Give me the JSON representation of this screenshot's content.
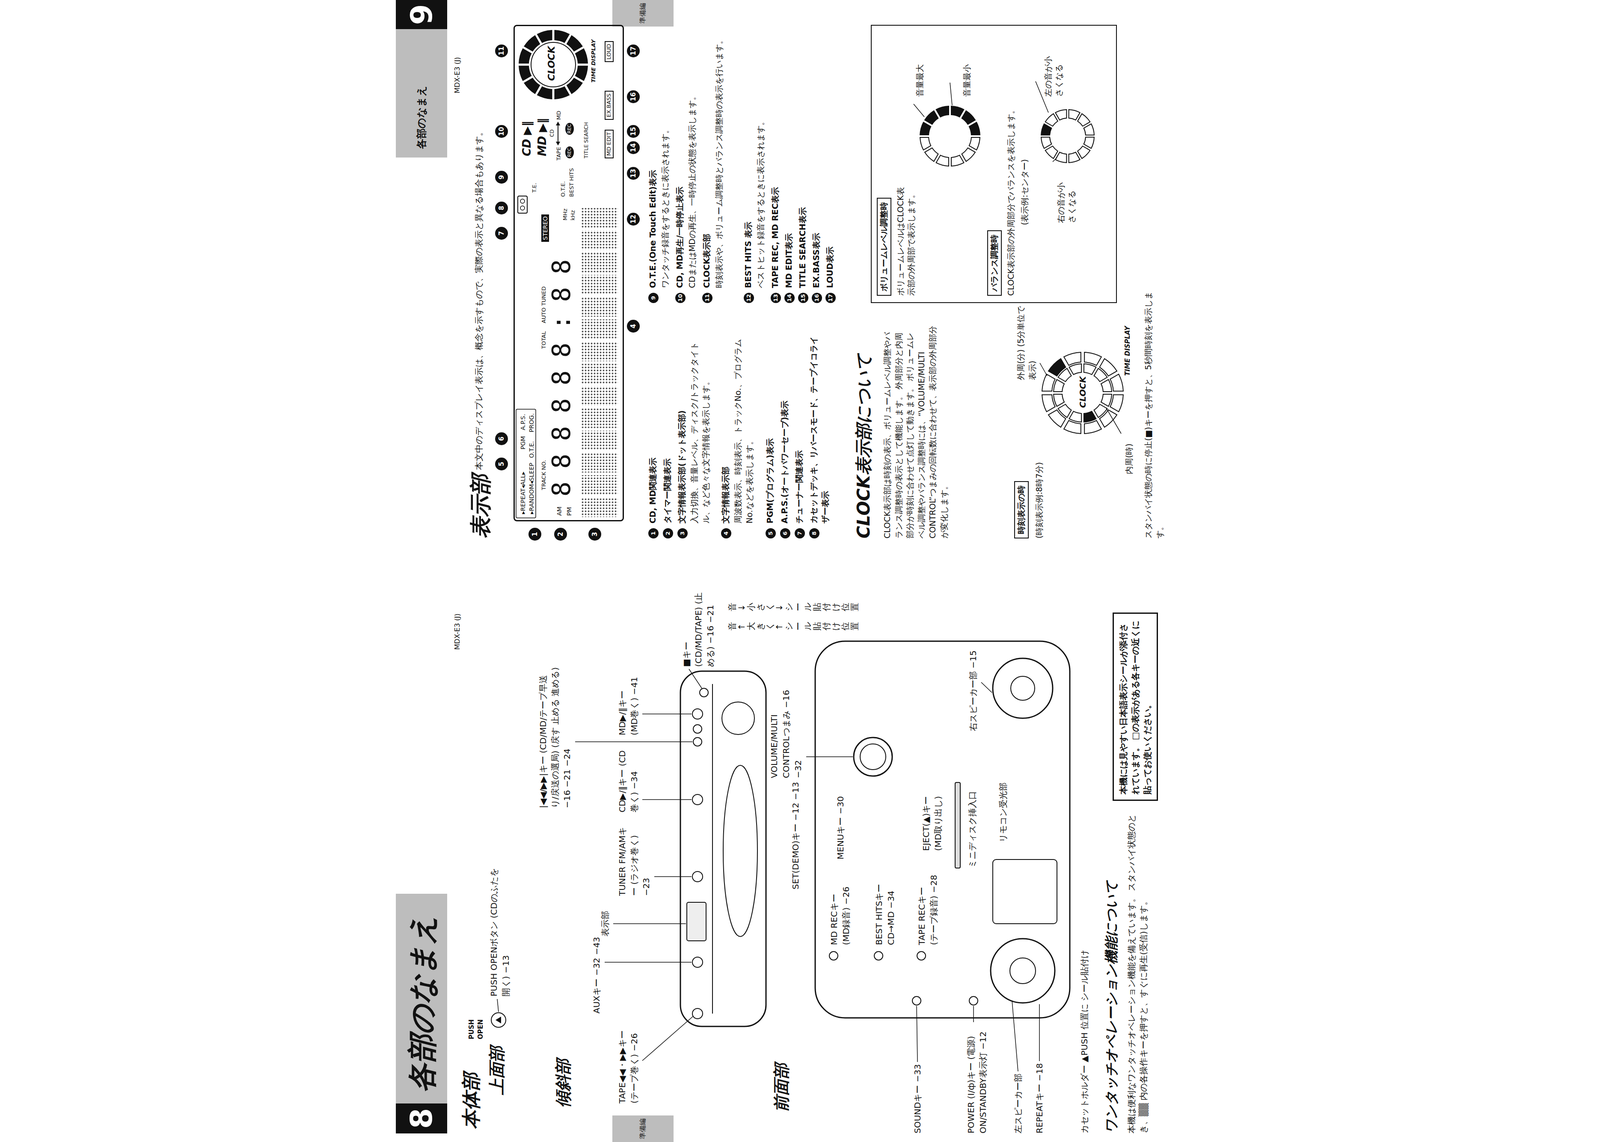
{
  "diagram": {
    "nodes": [
      {
        "text": [
          "8",
          "各部のなまえ"
        ]
      },
      {
        "text": [
          "準備編"
        ]
      },
      {
        "text": [
          "本機には見やすい日本語表示シールが添付されています。 □の表示がある各キーの近くに貼ってお使いください。"
        ]
      },
      {
        "text": [
          "各部のなまえ",
          "9"
        ]
      },
      {
        "text": [
          "準備編"
        ]
      },
      {
        "text": [
          "▸REPEAT◂ALL▸",
          "▸RANDOM◂SLEEP",
          "PGM",
          "A.P.S.",
          "O.T.E.",
          "PROG.",
          "TRACK NO.",
          "TOTAL",
          "AUTO TUNED",
          "AM",
          "PM",
          "888888:88",
          "STEREO",
          "T.E.",
          "MHz",
          "kHz",
          "O.T.E.",
          "BEST HITS",
          "CD ▶‖",
          "MD ▶‖",
          "TAPE",
          "CD",
          "MD",
          "REC",
          "REC",
          "TITLE SEARCH",
          "MD EDIT",
          "EX.BASS",
          "LOUD"
        ]
      },
      {
        "text": [
          "CLOCK",
          "TIME DISPLAY"
        ],
        "in": 5
      },
      {
        "text": [
          "ボリュームレベルはCLOCK表示部の外周部で表示します。",
          "CLOCK表示部の外周部分でバランスを表示します。",
          "(表示例:センター)",
          "音量最大",
          "音量最小",
          "右の音が小さくなる",
          "左の音が小さくなる"
        ]
      },
      {
        "text": [
          "ボリュームレベル調整時"
        ],
        "in": 7
      },
      {
        "text": [
          "バランス調整時"
        ],
        "in": 7
      },
      {
        "text": [
          "時刻表示の時"
        ]
      }
    ],
    "labels": [
      "本体部",
      "上面部",
      "PUSH OPEN",
      "PUSH OPENボタン (CDのふたを開く) −13",
      "傾斜部",
      "AUXキー −32 −43",
      "TAPE◀◀・▶▶キー (テープ巻く) −26",
      "表示部",
      "TUNER FM/AMキー (ラジオ巻く) −23",
      "CD▶/‖キー (CD巻く) −34",
      "|◀◀/▶▶|キー (CD/MD/テープ早送り/戻送の選局) (戻す 止める 進める) −16 −21 −24",
      "MD▶/‖キー (MD巻く) −41",
      "■キー (CD/MD/TAPE) (止める) −16 −21",
      "前面部",
      "SET(DEMO)キー −12 −13",
      "VOLUME/MULTI CONTROLつまみ −16 −32",
      "MD RECキー (MD録音) −26",
      "MENUキー −30",
      "SOUNDキー −33",
      "BEST HITSキー CD→MD −34",
      "TAPE RECキー (テープ録音) −28",
      "EJECT(▲)キー (MD取り出し)",
      "ミニディスク挿入口",
      "リモコン受光部",
      "右スピーカー部 −15",
      "POWER (I/ф)キー (電源) ON/STANDBY表示灯 −12",
      "左スピーカー部",
      "REPEATキー −18",
      "カセットホルダー ▲PUSH 位置に シール貼付け",
      "音↑大きく↑シール貼付け位置",
      "音↓小さく↓シール貼付け位置",
      "ワンタッチオペレーション機能について",
      "本機は便利なワンタッチオペレーション機能を備えています。 スタンバイ状態のとき、▒▒ 内の各操作キーを押すと、すぐに再生(受信)します。",
      "MDX-E3 (J)",
      "MDX-E3 (J)",
      "表示部",
      "本文中のディスプレイ表示は、概念を示すもので、実際の表示と異なる場合もあります。",
      "1",
      "2",
      "3",
      "4",
      "5",
      "6",
      "7",
      "8",
      "9",
      "10",
      "11",
      "12",
      "13",
      "14",
      "15",
      "16",
      "17",
      "1",
      "CD, MD関連表示",
      "2",
      "タイマー関連表示",
      "3",
      "文字情報表示部(ドット表示部)",
      "入力切換、音量レベル、ディスク/トラックタイトル、など色々な文字情報を表示します。",
      "4",
      "文字情報表示部",
      "周波数表示、時刻表示、トラックNo.、プログラムNo.などを表示します。",
      "5",
      "PGM(プログラム)表示",
      "6",
      "A.P.S.(オートパワーセーブ)表示",
      "7",
      "チューナー関連表示",
      "8",
      "カセットデッキ、リバースモード、テープイコライザー表示",
      "9",
      "O.T.E.(One Touch Edit)表示",
      "ワンタッチ録音をするときに表示されます。",
      "10",
      "CD, MD再生/一時停止表示",
      "CDまたはMDの再生、一時停止の状態を表示します。",
      "11",
      "CLOCK表示部",
      "時刻表示や、ボリューム調整時とバランス調整時の表示を行います。",
      "12",
      "BEST HITS 表示",
      "ベストヒット録音をするときに表示されます。",
      "13",
      "TAPE REC, MD REC表示",
      "14",
      "MD EDIT表示",
      "15",
      "TITLE SEARCH表示",
      "16",
      "EX.BASS表示",
      "17",
      "LOUD表示",
      "CLOCK表示部について",
      "CLOCK表示部は時刻の表示、ボリュームレベル調整やバランス調整時の表示として機能します。 外周部分と内周部分が時刻に合わせて点灯して動きます。 ボリュームレベル調整やバランス調整時には、“VOLUME/MULTI CONTROL”つまみの回転数に合わせて、表示部の外周部分が変化します。",
      "(時刻表示例:8時7分)",
      "外周(分) (5分単位で表示)",
      "内周(時)",
      "CLOCK",
      "TIME DISPLAY",
      "スタンバイ状態の時に停止(■)キーを押すと、5秒間時刻を表示します。"
    ]
  }
}
